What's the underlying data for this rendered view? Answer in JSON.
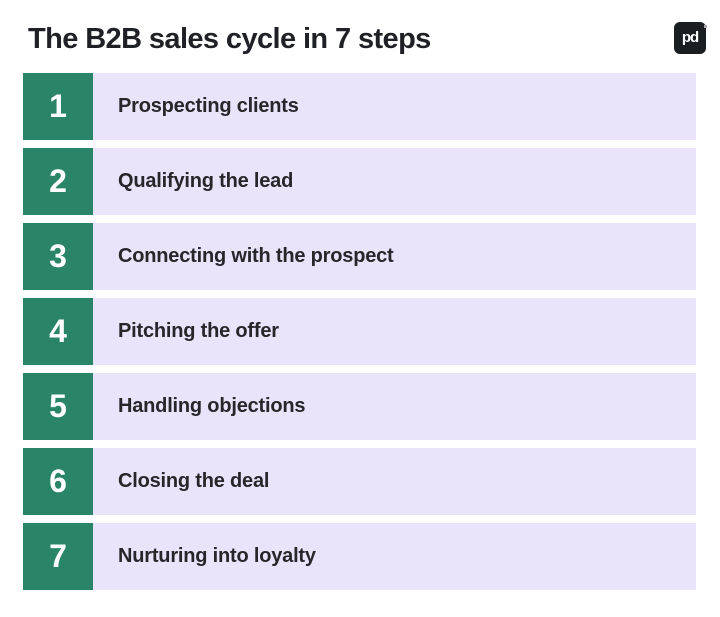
{
  "header": {
    "title": "The B2B sales cycle in 7 steps",
    "logo": {
      "text": "pd",
      "icon": "pandadoc-logo"
    }
  },
  "steps": [
    {
      "number": "1",
      "label": "Prospecting clients"
    },
    {
      "number": "2",
      "label": "Qualifying the lead"
    },
    {
      "number": "3",
      "label": "Connecting with the prospect"
    },
    {
      "number": "4",
      "label": "Pitching the offer"
    },
    {
      "number": "5",
      "label": "Handling objections"
    },
    {
      "number": "6",
      "label": "Closing the deal"
    },
    {
      "number": "7",
      "label": "Nurturing into loyalty"
    }
  ],
  "colors": {
    "step_number_bg": "#2a8568",
    "step_label_bg": "#e9e4f9",
    "title_text": "#1f2127",
    "label_text": "#27262b",
    "logo_bg": "#1b1e21",
    "page_bg": "#ffffff"
  }
}
